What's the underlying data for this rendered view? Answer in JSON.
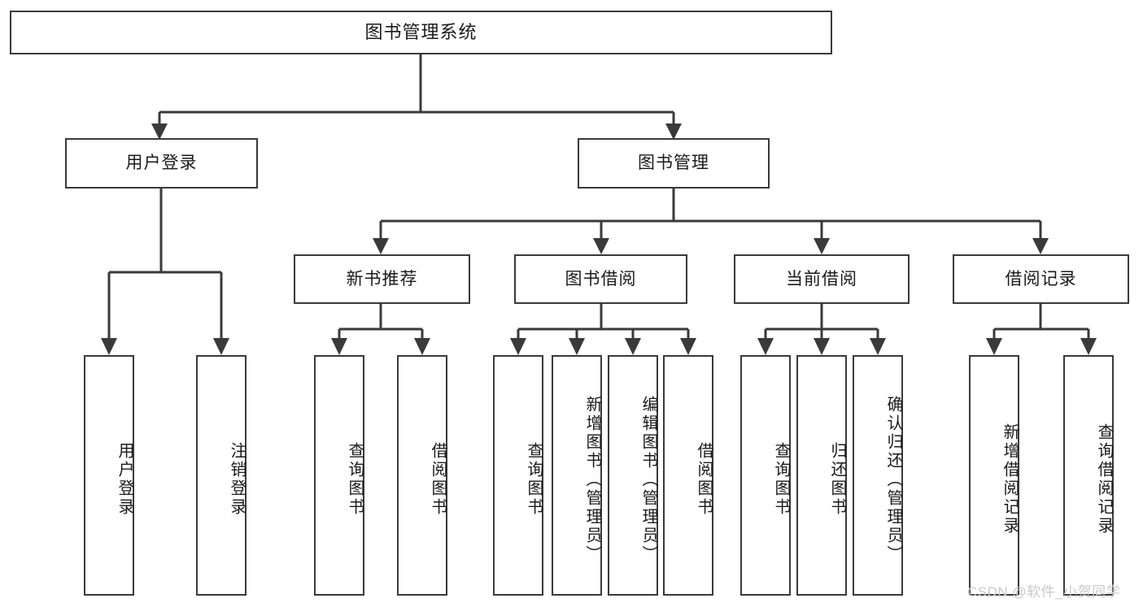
{
  "diagram": {
    "title": "图书管理系统",
    "type": "tree-hierarchy-chart",
    "root": {
      "label": "图书管理系统"
    },
    "level2": [
      {
        "label": "用户登录"
      },
      {
        "label": "图书管理"
      }
    ],
    "level3": [
      {
        "label": "新书推荐"
      },
      {
        "label": "图书借阅"
      },
      {
        "label": "当前借阅"
      },
      {
        "label": "借阅记录"
      }
    ],
    "leaves": [
      {
        "label": "用户登录"
      },
      {
        "label": "注销登录"
      },
      {
        "label": "查询图书"
      },
      {
        "label": "借阅图书"
      },
      {
        "label": "查询图书"
      },
      {
        "label": "新增图书（管理员）"
      },
      {
        "label": "编辑图书（管理员）"
      },
      {
        "label": "借阅图书"
      },
      {
        "label": "查询图书"
      },
      {
        "label": "归还图书"
      },
      {
        "label": "确认归还（管理员）"
      },
      {
        "label": "新增借阅记录"
      },
      {
        "label": "查询借阅记录"
      }
    ]
  },
  "watermark": {
    "text": "CSDN @软件_小贺同学"
  },
  "colors": {
    "box_border": "#3a3a3a",
    "box_fill": "#ffffff",
    "connector": "#3a3a3a",
    "text": "#1a1a1a",
    "watermark": "#c9c9c9",
    "background": "#ffffff"
  }
}
